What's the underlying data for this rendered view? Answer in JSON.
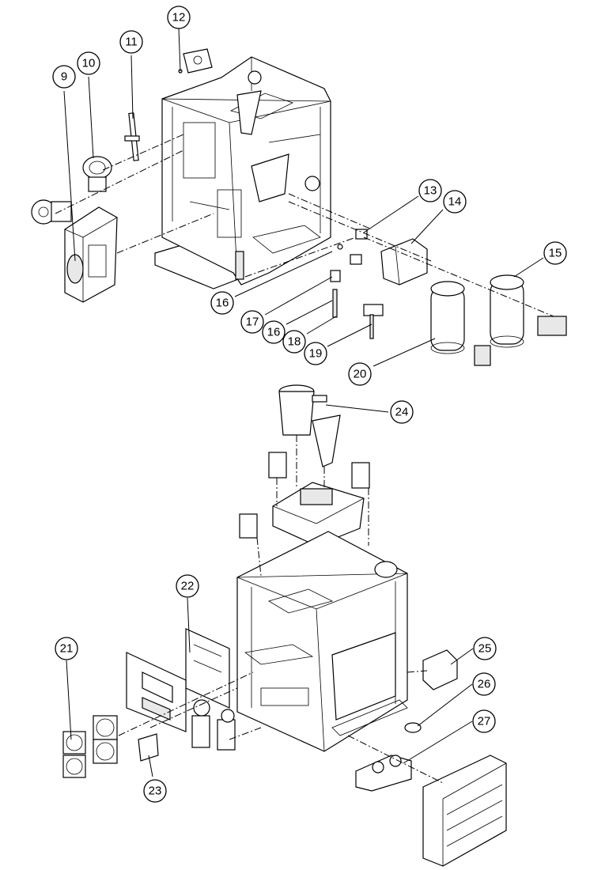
{
  "callouts": [
    "9",
    "10",
    "11",
    "12",
    "13",
    "14",
    "15",
    "16",
    "17",
    "16",
    "18",
    "19",
    "20",
    "24",
    "22",
    "21",
    "25",
    "26",
    "27",
    "23"
  ]
}
